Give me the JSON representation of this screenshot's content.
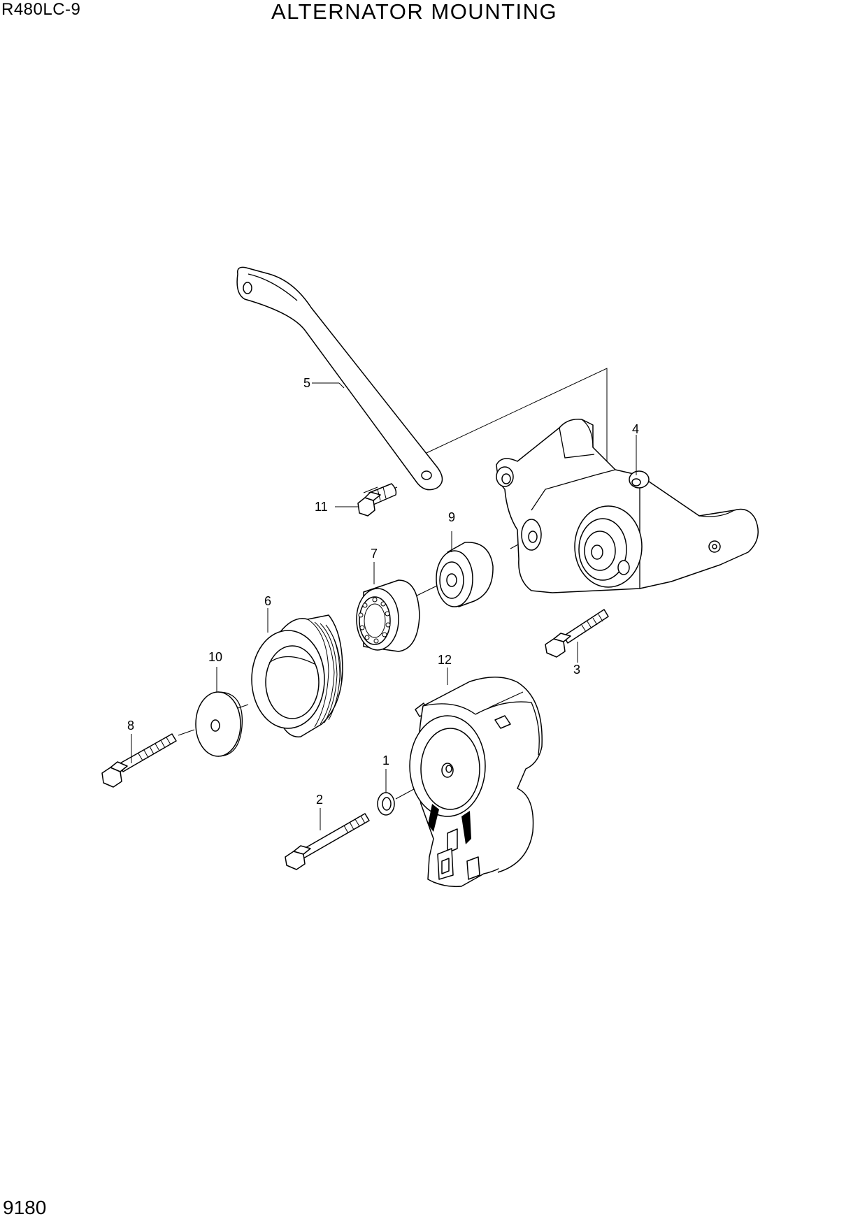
{
  "header": {
    "model": "R480LC-9",
    "title": "ALTERNATOR MOUNTING"
  },
  "footer": {
    "page_number": "9180"
  },
  "callouts": [
    {
      "id": "c1",
      "label": "1"
    },
    {
      "id": "c2",
      "label": "2"
    },
    {
      "id": "c3",
      "label": "3"
    },
    {
      "id": "c4",
      "label": "4"
    },
    {
      "id": "c5",
      "label": "5"
    },
    {
      "id": "c6",
      "label": "6"
    },
    {
      "id": "c7",
      "label": "7"
    },
    {
      "id": "c8",
      "label": "8"
    },
    {
      "id": "c9",
      "label": "9"
    },
    {
      "id": "c10",
      "label": "10"
    },
    {
      "id": "c11",
      "label": "11"
    },
    {
      "id": "c12",
      "label": "12"
    }
  ]
}
